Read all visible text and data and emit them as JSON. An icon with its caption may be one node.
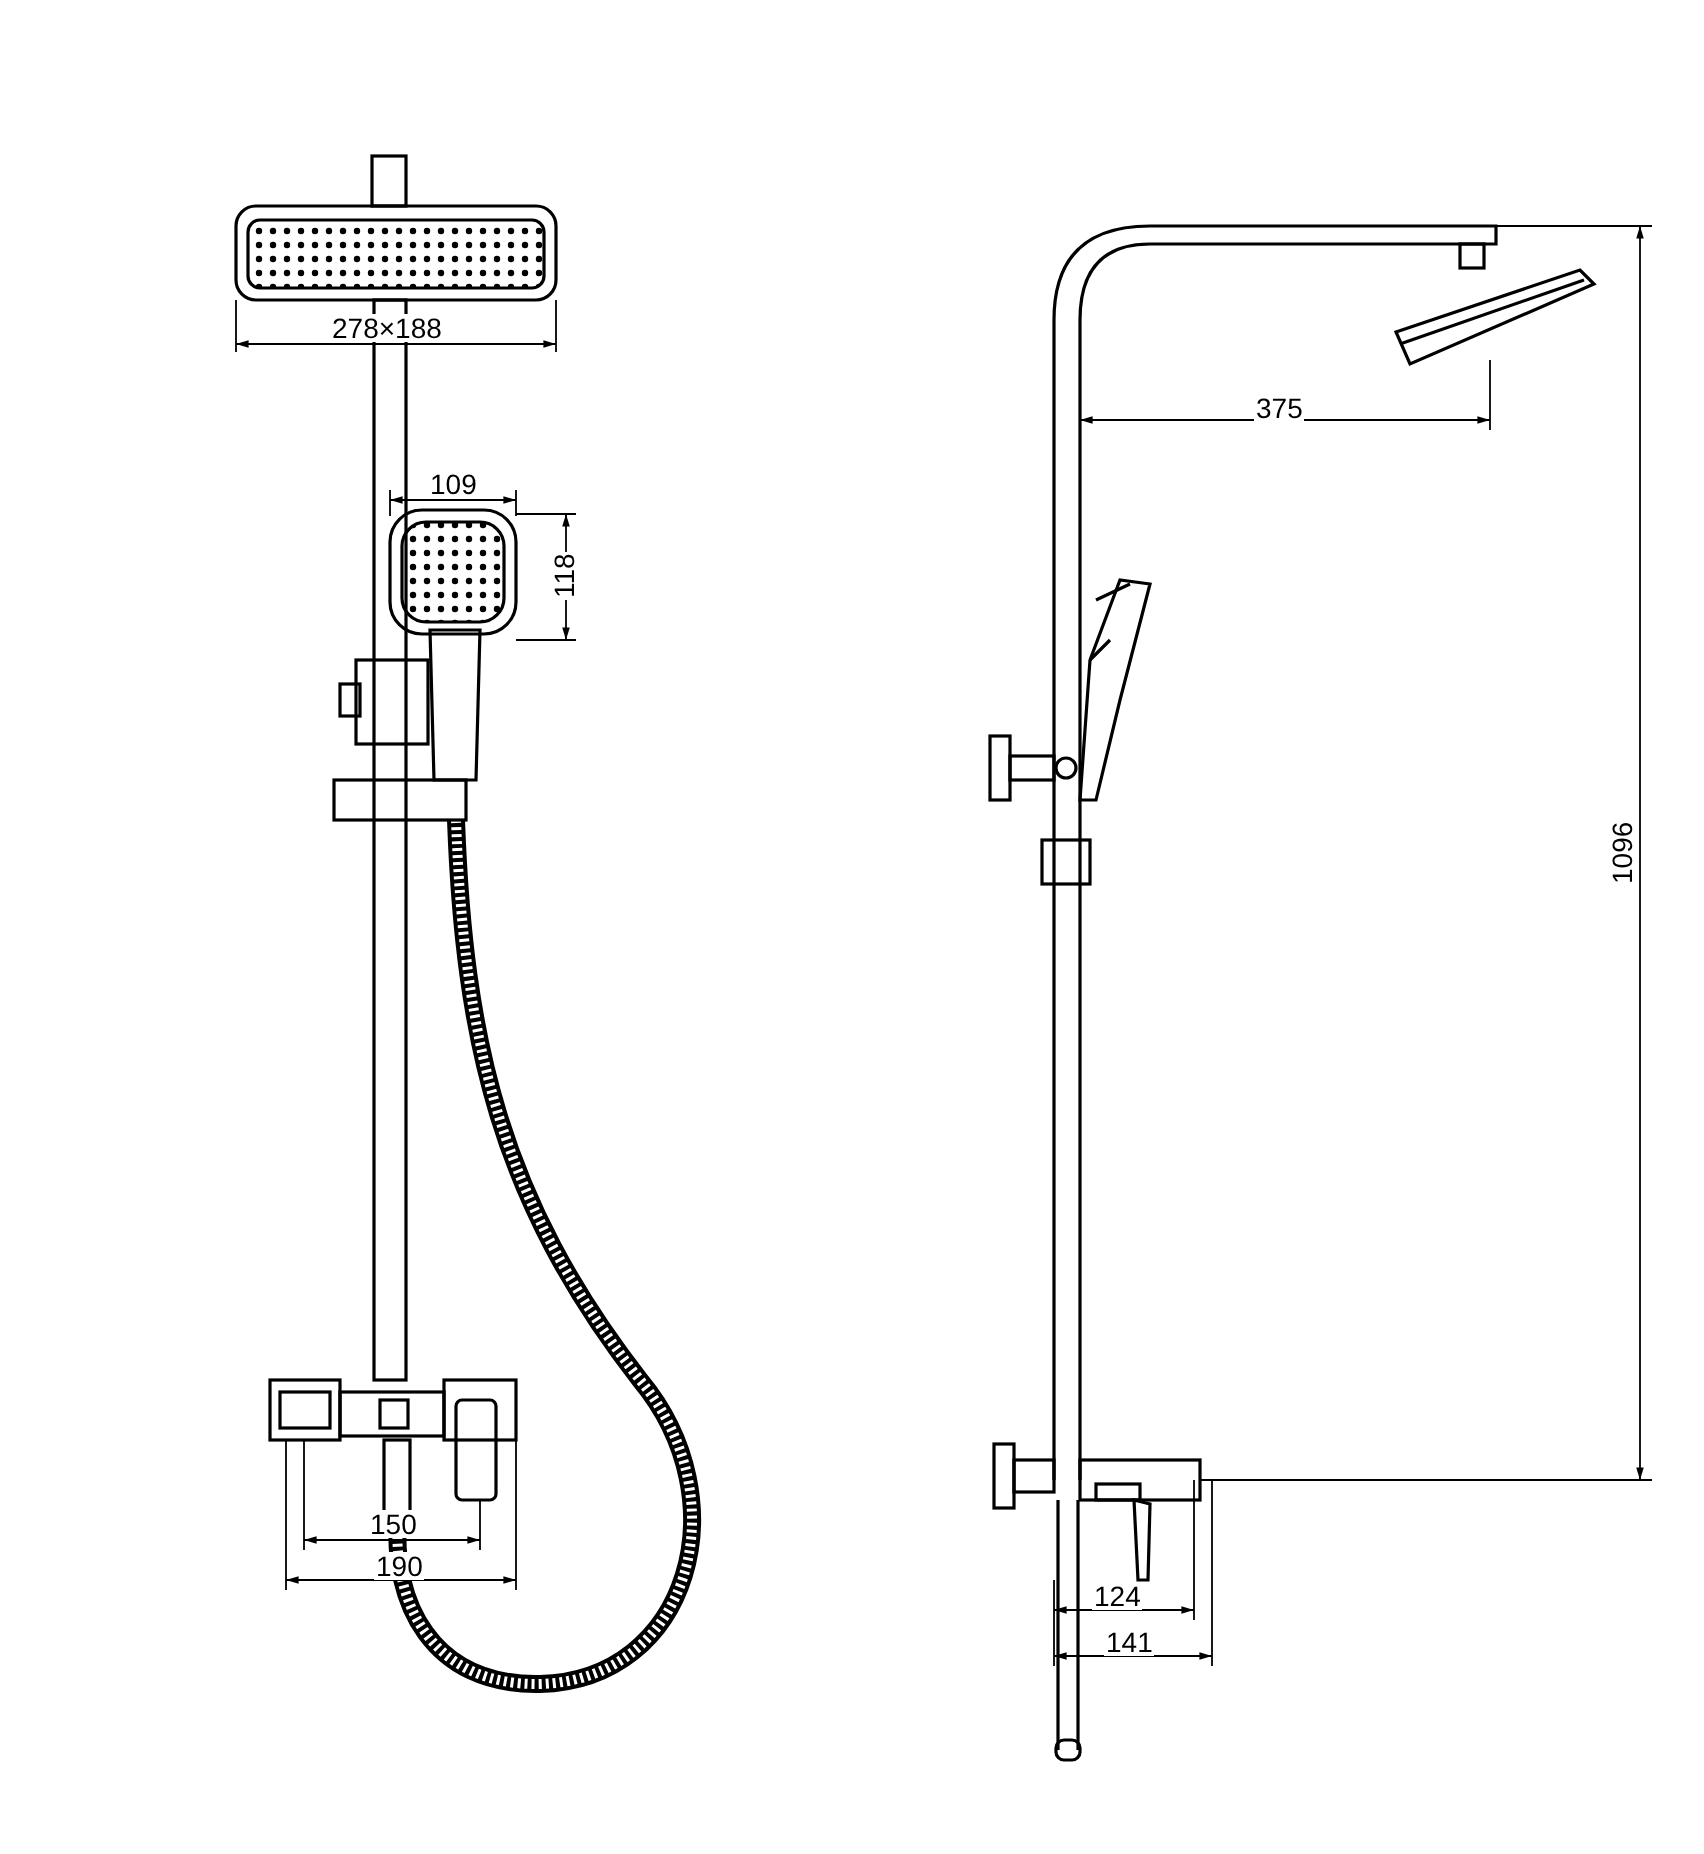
{
  "diagram": {
    "labels": [
      "278×188",
      "109",
      "118",
      "150",
      "190",
      "375",
      "1096",
      "124",
      "141"
    ]
  }
}
